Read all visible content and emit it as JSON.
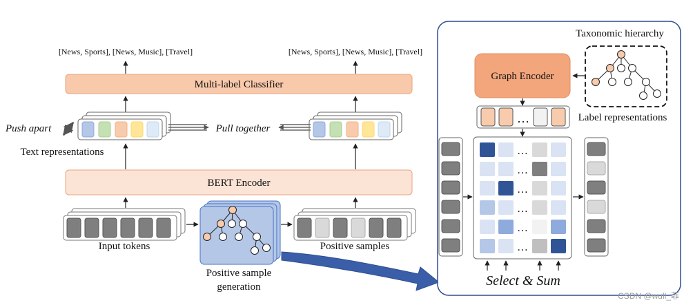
{
  "left": {
    "output_label_left": "[News, Sports], [News, Music], [Travel]",
    "output_label_right": "[News, Sports], [News, Music], [Travel]",
    "classifier_label": "Multi-label Classifier",
    "encoder_label": "BERT Encoder",
    "push_apart": "Push apart",
    "pull_together": "Pull together",
    "text_representations": "Text representations",
    "input_tokens": "Input tokens",
    "positive_samples": "Positive samples",
    "positive_sample_generation_line1": "Positive sample",
    "positive_sample_generation_line2": "generation"
  },
  "right": {
    "taxonomic_hierarchy": "Taxonomic hierarchy",
    "graph_encoder": "Graph Encoder",
    "label_representations": "Label representations",
    "ellipsis": "…",
    "select_sum": "Select & Sum"
  },
  "watermark": "CSDN @wull_菲",
  "colors": {
    "classifier_fill": "#f8c9aa",
    "encoder_fill": "#fbe3d6",
    "graph_encoder_fill": "#f3a67c",
    "panel_border": "#2f4f8f",
    "big_arrow": "#3a5ea8",
    "gray_token": "#7f7f7f",
    "light_token": "#d9d9d9",
    "rep_blue": "#b4c7e7",
    "rep_green": "#c5e0b4",
    "rep_orange": "#f8cbad",
    "rep_yellow": "#ffe699",
    "rep_lightblue": "#deebf7"
  }
}
